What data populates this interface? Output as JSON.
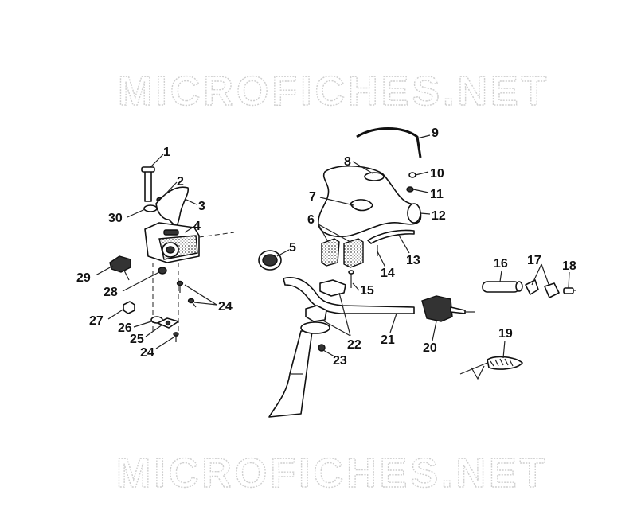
{
  "watermark": {
    "text": "MICROFICHES.NET"
  },
  "callouts": [
    "1",
    "2",
    "3",
    "4",
    "5",
    "6",
    "7",
    "8",
    "9",
    "10",
    "11",
    "12",
    "13",
    "14",
    "15",
    "16",
    "17",
    "18",
    "19",
    "20",
    "21",
    "22",
    "23",
    "24",
    "25",
    "26",
    "27",
    "28",
    "29",
    "30"
  ],
  "callout_24b": "24",
  "callout_22b": "22",
  "callout_17b": "17",
  "callout_6b": "6"
}
